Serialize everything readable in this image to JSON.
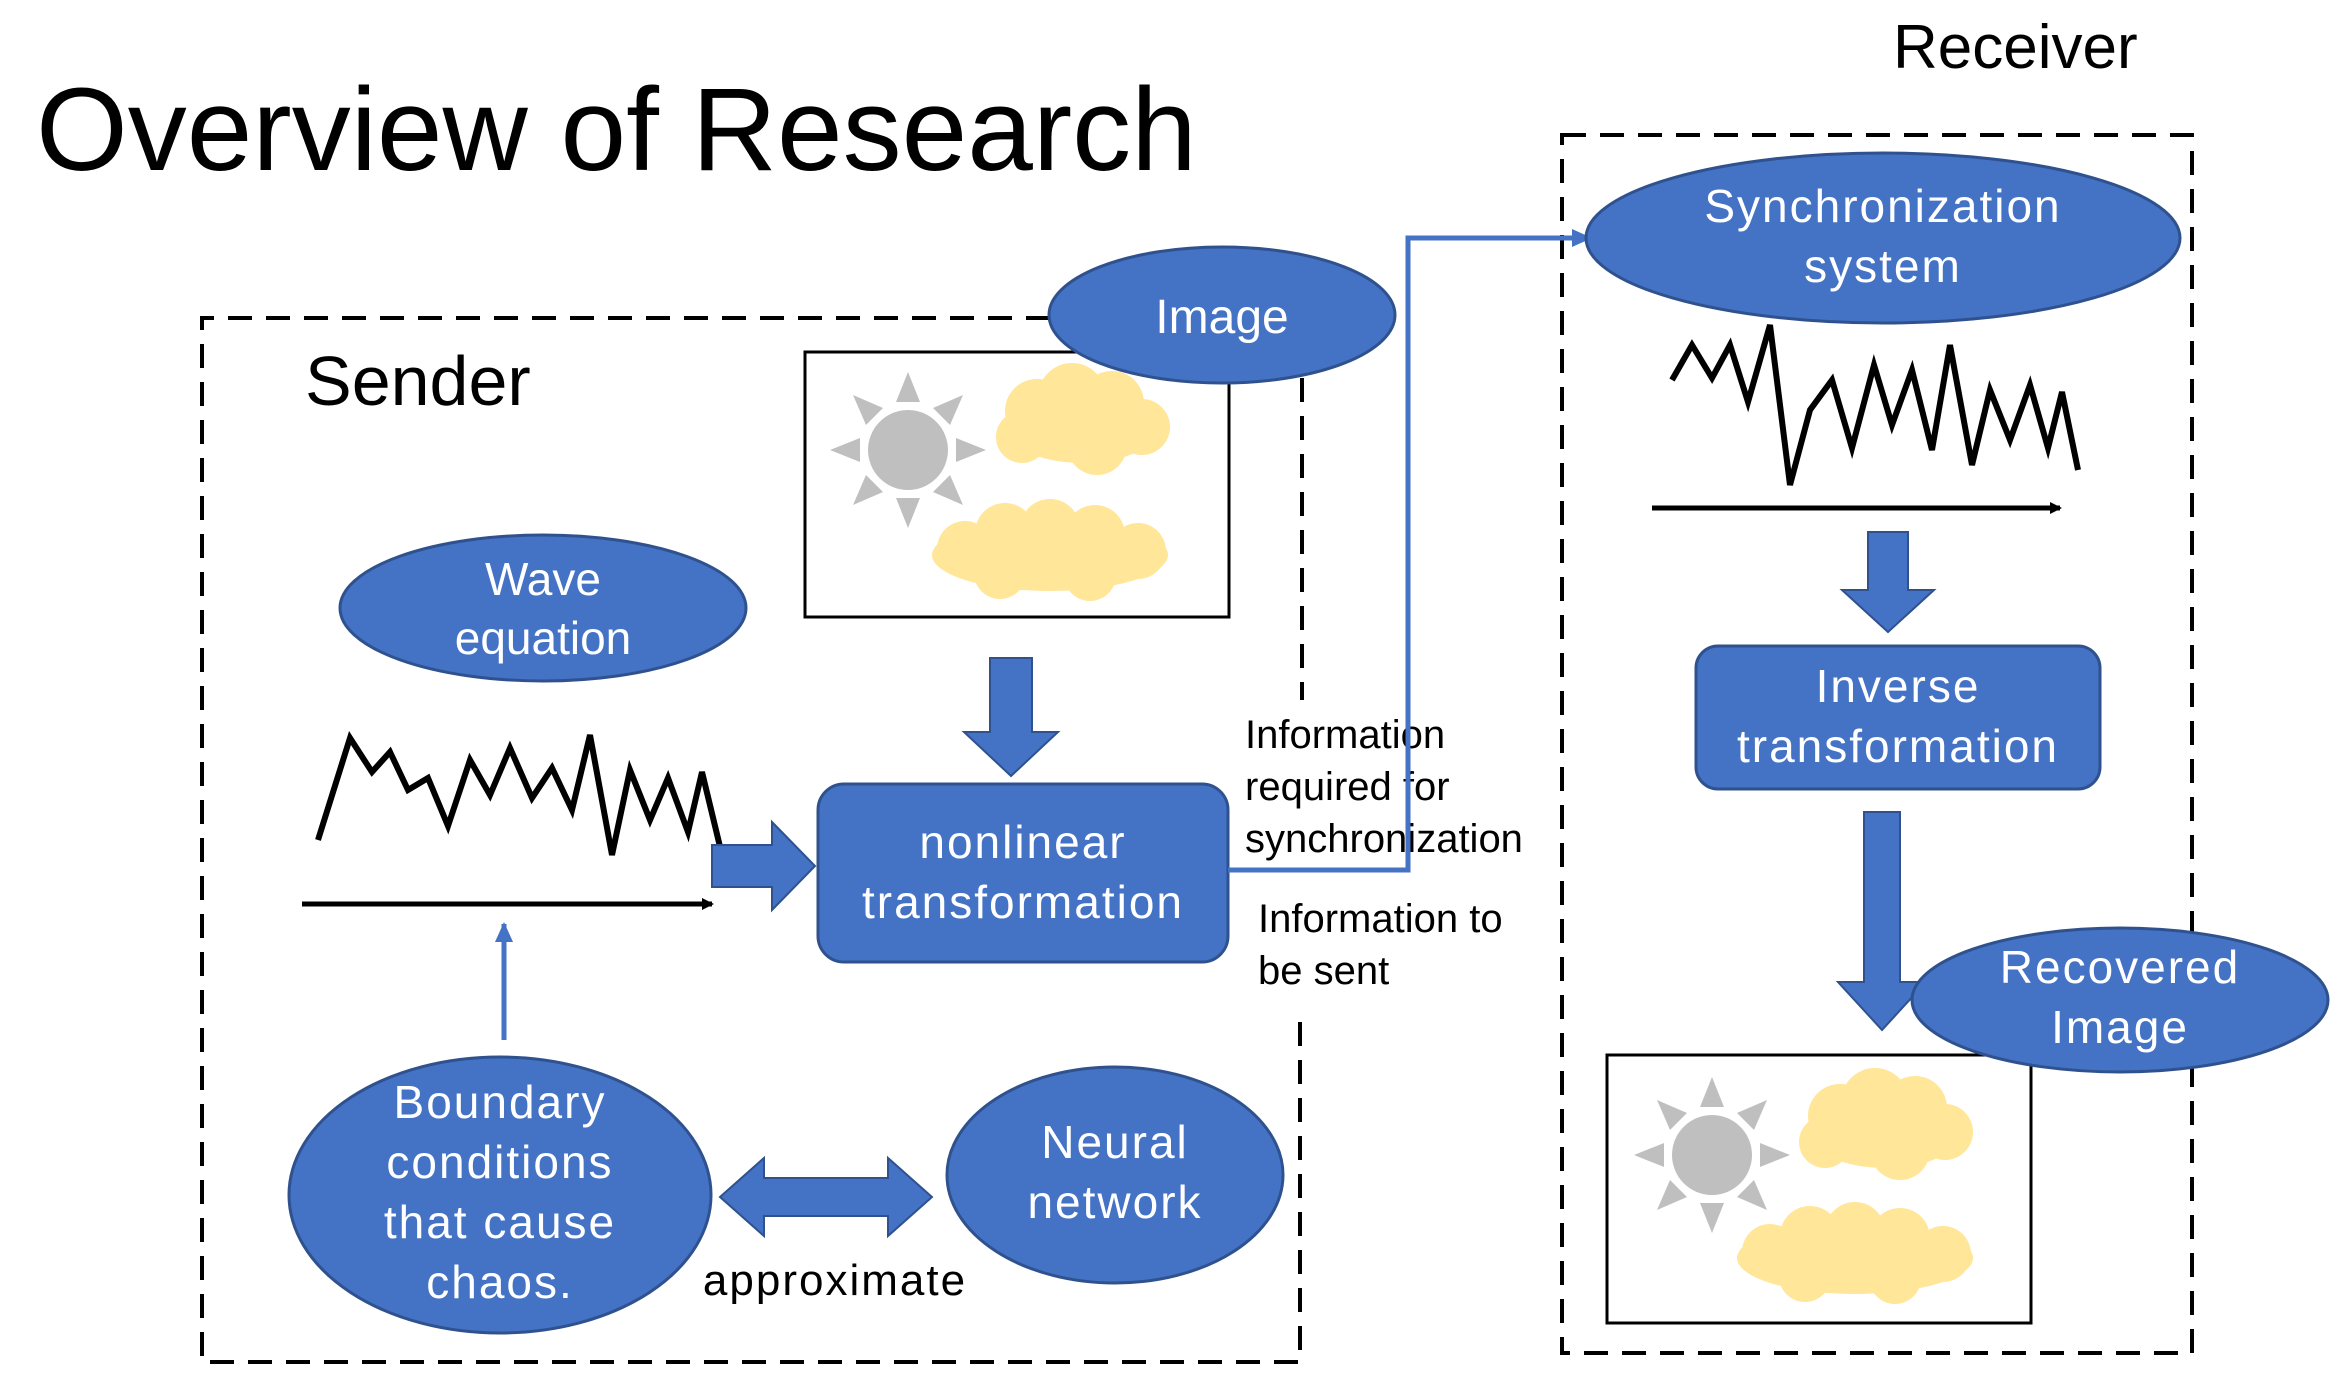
{
  "title": "Overview of Research",
  "colors": {
    "node_fill": "#4472C4",
    "node_stroke": "#2F528F",
    "arrow_blue": "#4472C4",
    "sun_gray": "#BFBFBF",
    "cloud_yellow": "#FFE699",
    "text_dark": "#000000",
    "text_light": "#FFFFFF"
  },
  "regions": {
    "sender": "Sender",
    "receiver": "Receiver"
  },
  "nodes": {
    "image": "Image",
    "wave_equation": [
      "Wave",
      "equation"
    ],
    "nonlinear": [
      "nonlinear",
      "transformation"
    ],
    "boundary": [
      "Boundary",
      "conditions",
      "that cause",
      "chaos."
    ],
    "neural": [
      "Neural",
      "network"
    ],
    "sync": [
      "Synchronization",
      "system"
    ],
    "inverse": [
      "Inverse",
      "transformation"
    ],
    "recovered": [
      "Recovered",
      "Image"
    ]
  },
  "labels": {
    "approximate": "approximate",
    "info_sync": [
      "Information",
      "required for",
      "synchronization"
    ],
    "info_sent": [
      "Information to",
      "be sent"
    ]
  },
  "icons": {
    "sender_picture": "sun-and-clouds-icon",
    "receiver_picture": "sun-and-clouds-icon",
    "sender_waveform": "chaotic-waveform-icon",
    "receiver_waveform": "chaotic-waveform-icon"
  }
}
